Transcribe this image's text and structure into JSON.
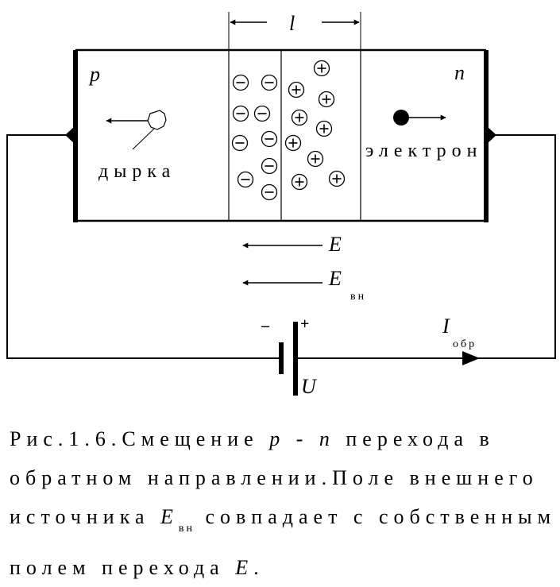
{
  "diagram": {
    "width_label": "l",
    "region_p": "p",
    "region_n": "n",
    "hole_label": "дырка",
    "electron_label": "электрон",
    "field_label": "E",
    "ext_field_label": "E",
    "ext_field_sub": "вн",
    "current_label": "I",
    "current_sub": "обр",
    "voltage_label": "U",
    "battery_minus": "–",
    "battery_plus": "+",
    "charge_negative": "−",
    "charge_positive": "+"
  },
  "caption": {
    "line1_a": "Рис.1.6.Смещение ",
    "line1_p": "p",
    "line1_dash": " - ",
    "line1_n": "n",
    "line1_b": " перехода в",
    "line2": "обратном направлении.Поле внешнего",
    "line3_a": "источника  ",
    "line3_E": "E",
    "line3_sub": "вн",
    "line3_b": " совпадает с собственным",
    "line4_a": "полем перехода  ",
    "line4_E": "E",
    "line4_b": "."
  }
}
